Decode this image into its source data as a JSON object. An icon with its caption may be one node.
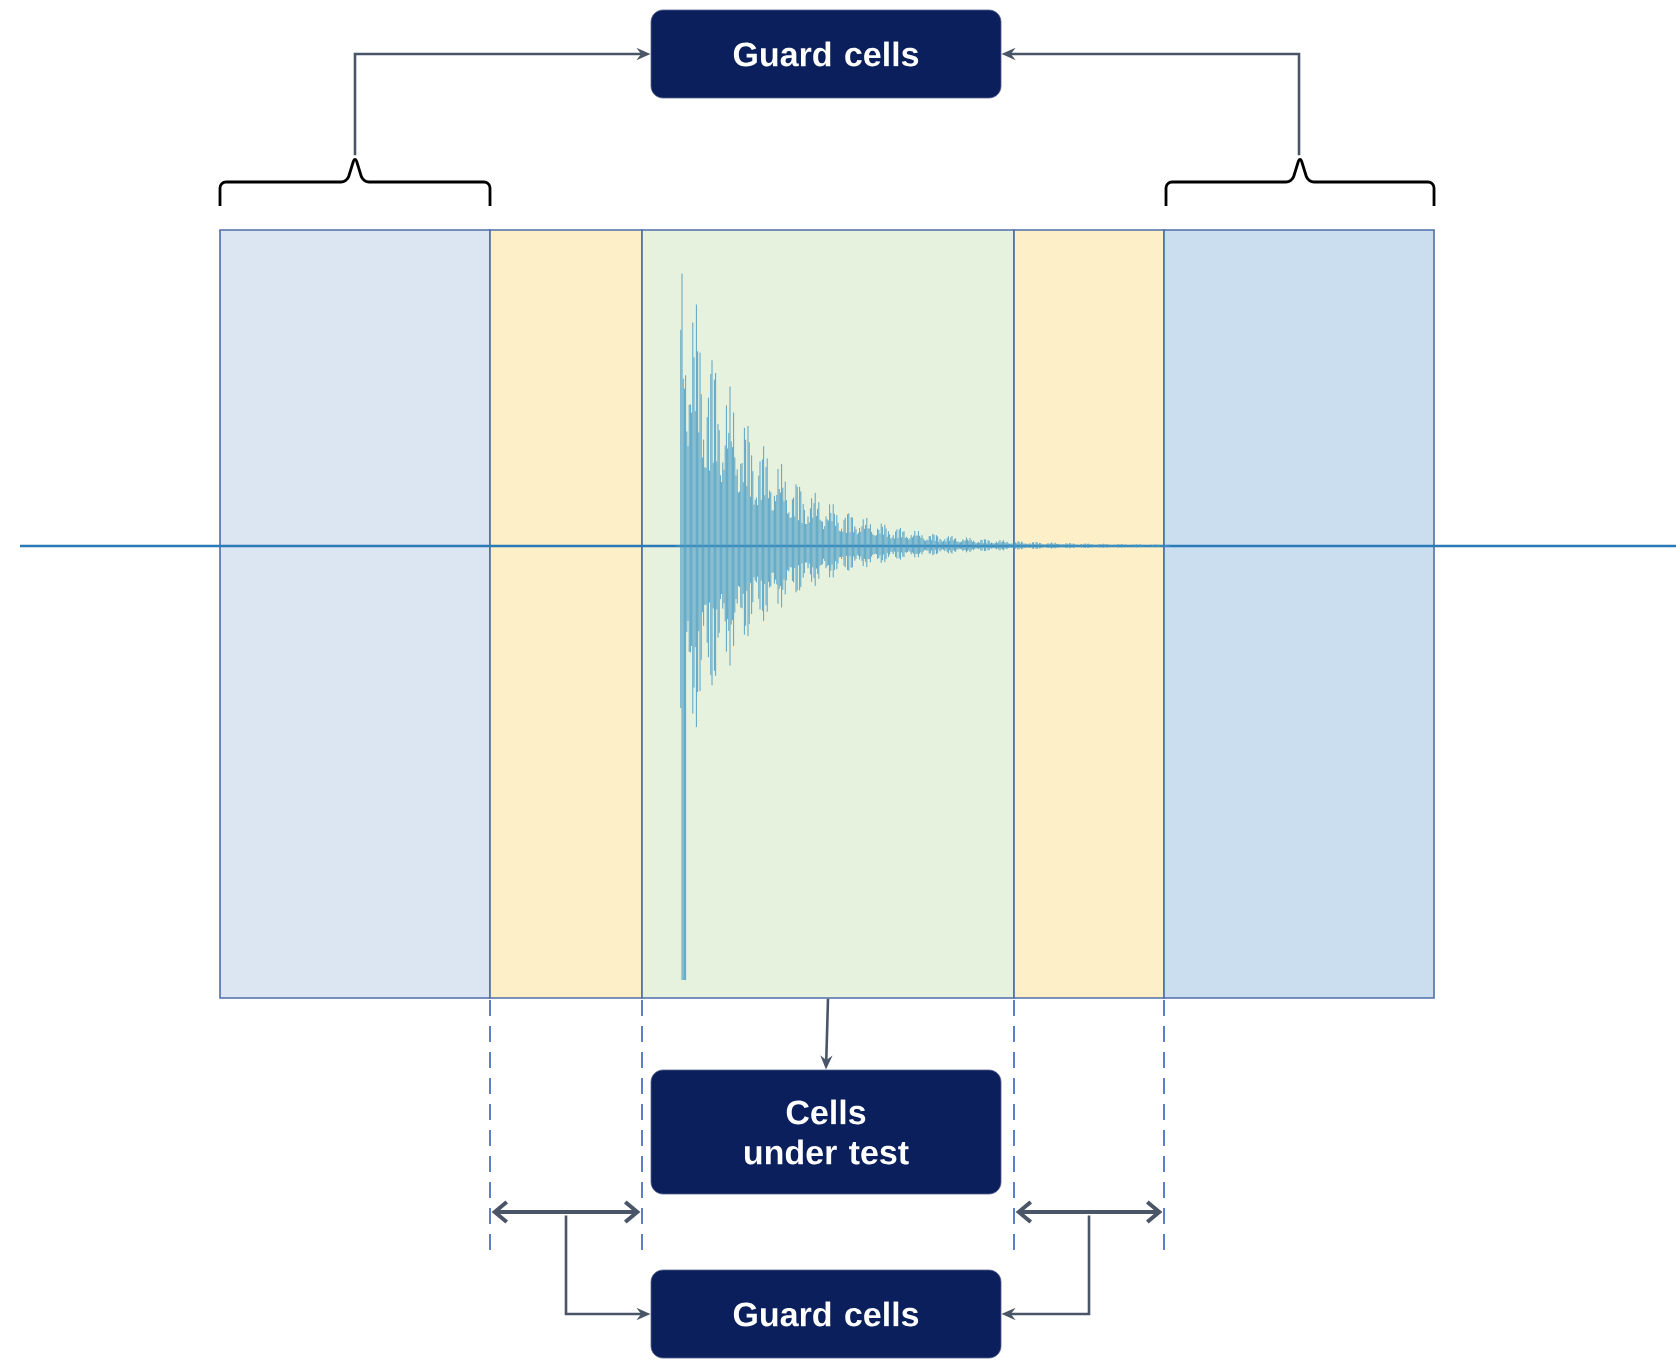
{
  "diagram": {
    "nodes": [
      {
        "text": [
          "Guard cells"
        ]
      },
      {
        "text": [],
        "shape": "box"
      },
      {
        "text": [],
        "shape": "box"
      },
      {
        "text": [],
        "shape": "box"
      },
      {
        "text": [],
        "shape": "box"
      },
      {
        "text": [],
        "shape": "box"
      },
      {
        "text": [
          "Cells under test"
        ]
      },
      {
        "text": [
          "Guard cells"
        ]
      },
      {
        "text": [],
        "shape": "arrow"
      },
      {
        "text": [],
        "shape": "arrow"
      }
    ],
    "edges": [
      {
        "from": 1,
        "to": 0,
        "arrow": "to"
      },
      {
        "from": 5,
        "to": 0,
        "arrow": "to"
      },
      {
        "from": 3,
        "to": 6,
        "arrow": "to"
      },
      {
        "from": 8,
        "to": 7,
        "arrow": "to"
      },
      {
        "from": 9,
        "to": 7,
        "arrow": "to"
      }
    ]
  }
}
